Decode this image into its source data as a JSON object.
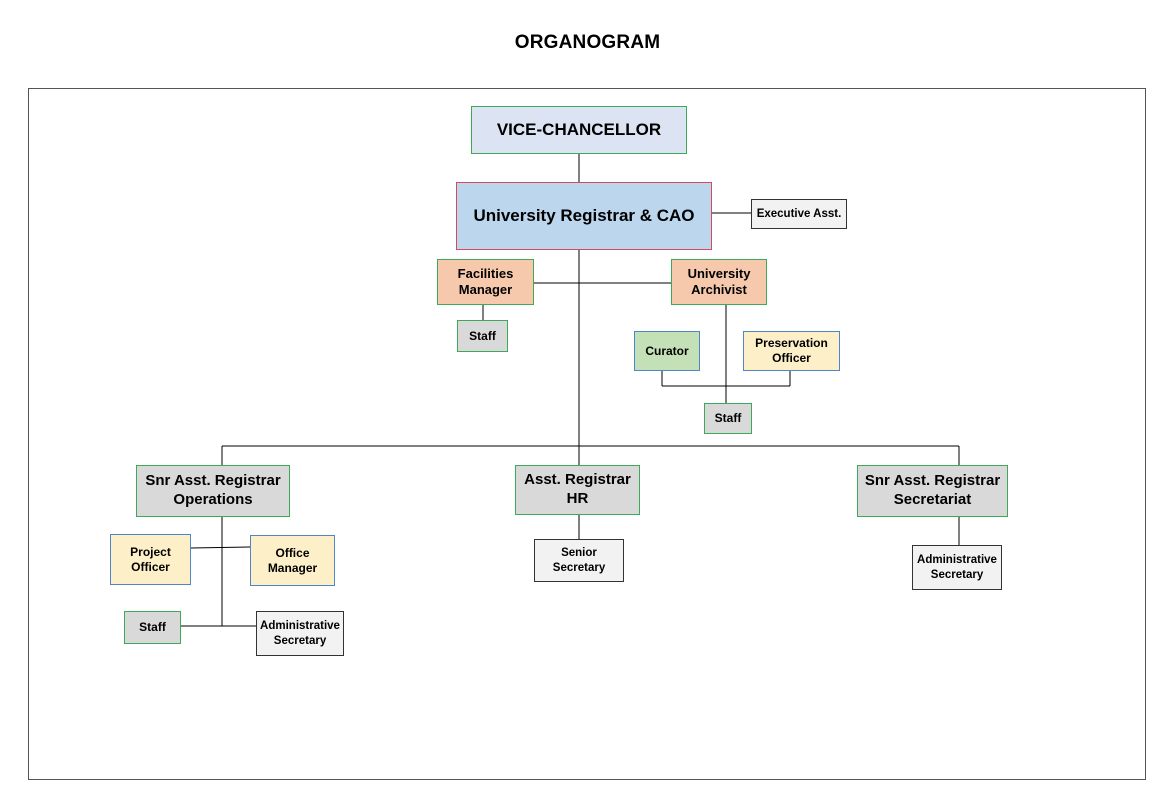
{
  "title": "ORGANOGRAM",
  "nodes": {
    "vice_chancellor": "VICE-CHANCELLOR",
    "registrar": "University Registrar & CAO",
    "executive_asst": "Executive Asst.",
    "facilities_manager": "Facilities Manager",
    "facilities_staff": "Staff",
    "university_archivist": "University Archivist",
    "curator": "Curator",
    "preservation_officer": "Preservation Officer",
    "archivist_staff": "Staff",
    "snr_asst_registrar_operations": "Snr Asst. Registrar Operations",
    "project_officer": "Project Officer",
    "office_manager": "Office Manager",
    "operations_staff": "Staff",
    "operations_admin_secretary": "Administrative Secretary",
    "asst_registrar_hr": "Asst. Registrar HR",
    "senior_secretary": "Senior Secretary",
    "snr_asst_registrar_secretariat": "Snr Asst. Registrar Secretariat",
    "secretariat_admin_secretary": "Administrative Secretary"
  },
  "colors": {
    "lavender": "#dce3f3",
    "blue": "#bcd6ee",
    "peach": "#f6c9ad",
    "gray": "#d9d9d9",
    "green": "#c3e0b6",
    "cream": "#fdf0c8",
    "light": "#f2f2f2"
  }
}
